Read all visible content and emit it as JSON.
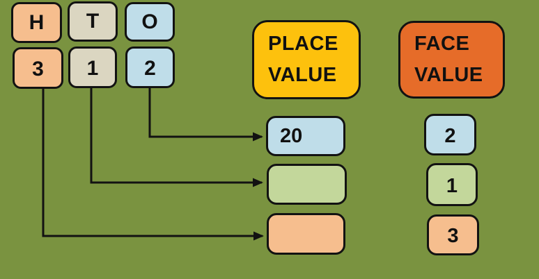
{
  "colors": {
    "background": "#7A9340",
    "peach": "#F6BE8E",
    "beige": "#DBD6C1",
    "blue": "#BFDDE9",
    "green": "#C3D79B",
    "yellow": "#FDC10D",
    "red_orange": "#E66C29",
    "line": "#121212"
  },
  "digit_grid": {
    "headers": [
      {
        "label": "H"
      },
      {
        "label": "T"
      },
      {
        "label": "O"
      }
    ],
    "digits": [
      {
        "label": "3"
      },
      {
        "label": "1"
      },
      {
        "label": "2"
      }
    ]
  },
  "column_headers": {
    "place_value": {
      "line1": "PLACE",
      "line2": "VALUE"
    },
    "face_value": {
      "line1": "FACE",
      "line2": "VALUE"
    }
  },
  "place_value_boxes": [
    {
      "value": "20"
    },
    {
      "value": ""
    },
    {
      "value": ""
    }
  ],
  "face_value_boxes": [
    {
      "value": "2"
    },
    {
      "value": "1"
    },
    {
      "value": "3"
    }
  ]
}
